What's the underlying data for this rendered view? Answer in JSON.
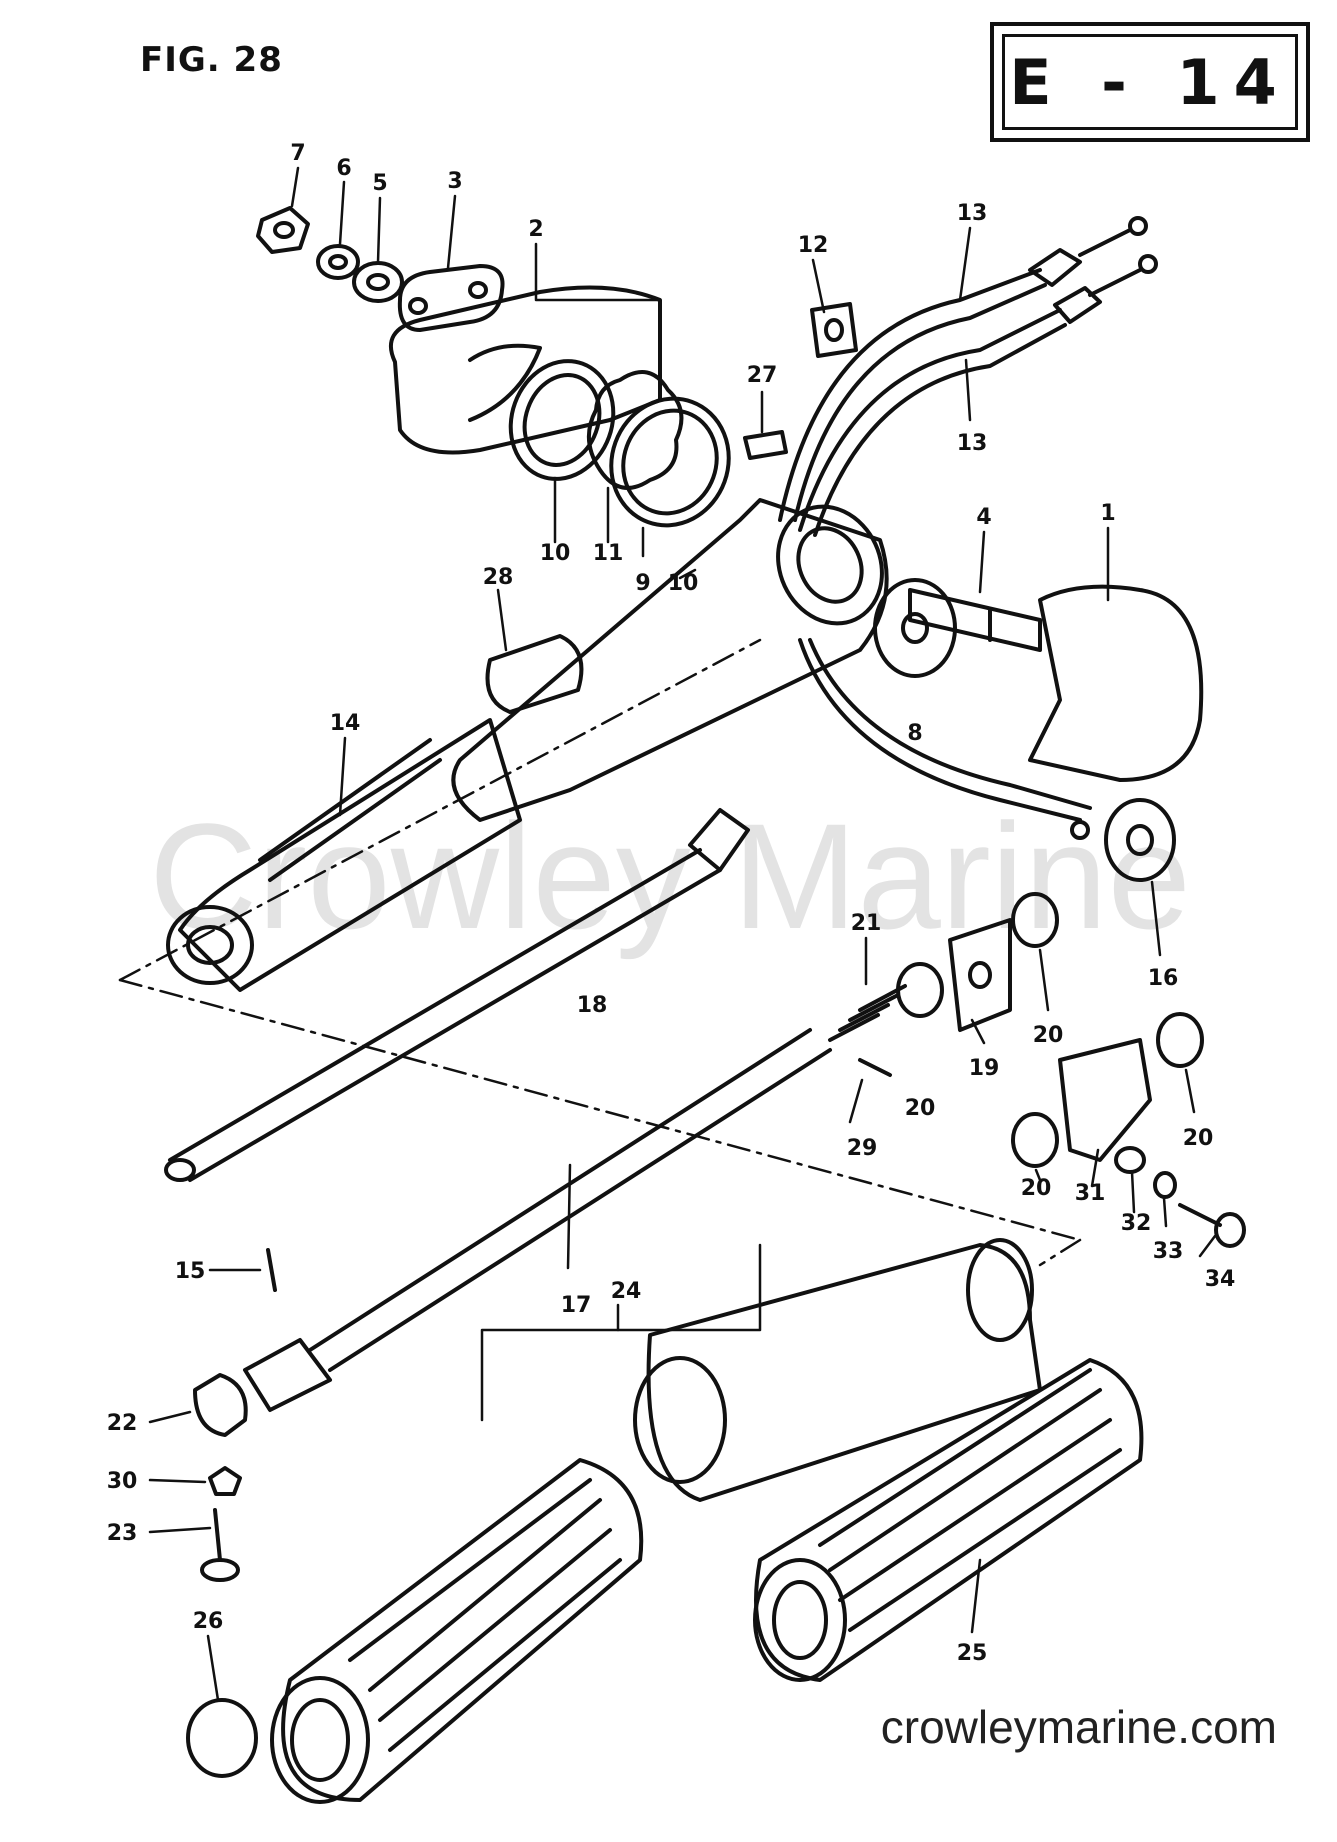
{
  "figure": {
    "title": "FIG. 28",
    "section_code": "E - 14"
  },
  "watermark": "Crowley Marine",
  "website": "crowleymarine.com",
  "parts": [
    {
      "ref": "1"
    },
    {
      "ref": "2"
    },
    {
      "ref": "3"
    },
    {
      "ref": "4"
    },
    {
      "ref": "5"
    },
    {
      "ref": "6"
    },
    {
      "ref": "7"
    },
    {
      "ref": "8"
    },
    {
      "ref": "9"
    },
    {
      "ref": "10"
    },
    {
      "ref": "11"
    },
    {
      "ref": "12"
    },
    {
      "ref": "13"
    },
    {
      "ref": "14"
    },
    {
      "ref": "15"
    },
    {
      "ref": "16"
    },
    {
      "ref": "17"
    },
    {
      "ref": "18"
    },
    {
      "ref": "19"
    },
    {
      "ref": "20"
    },
    {
      "ref": "21"
    },
    {
      "ref": "22"
    },
    {
      "ref": "23"
    },
    {
      "ref": "24"
    },
    {
      "ref": "25"
    },
    {
      "ref": "26"
    },
    {
      "ref": "27"
    },
    {
      "ref": "28"
    },
    {
      "ref": "29"
    },
    {
      "ref": "30"
    },
    {
      "ref": "31"
    },
    {
      "ref": "32"
    },
    {
      "ref": "33"
    },
    {
      "ref": "34"
    }
  ],
  "colors": {
    "ink": "#111111",
    "watermark": "#e3e3e3",
    "paper": "#ffffff"
  }
}
